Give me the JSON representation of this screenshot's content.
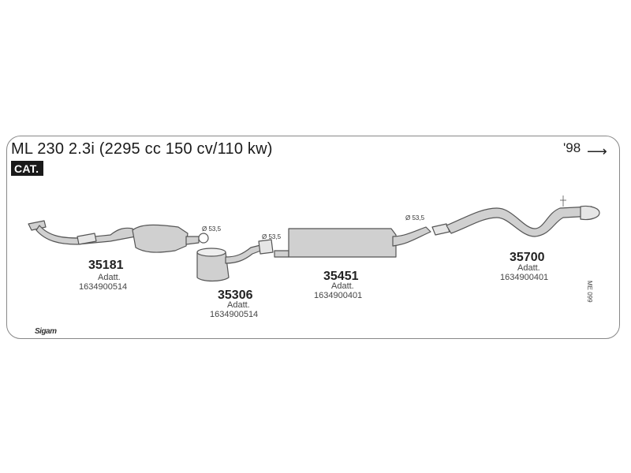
{
  "header": {
    "title": "ML 230 2.3i (2295 cc 150 cv/110 kw)",
    "year": "'98",
    "arrow_icon": "right-arrow-icon",
    "badge": "CAT."
  },
  "diameters": {
    "d1": "Ø 53,5",
    "d2": "Ø 53,5",
    "d3": "Ø 53,5"
  },
  "parts": [
    {
      "number": "35181",
      "adapter_label": "Adatt.",
      "adapter_code": "1634900514"
    },
    {
      "number": "35306",
      "adapter_label": "Adatt.",
      "adapter_code": "1634900514"
    },
    {
      "number": "35451",
      "adapter_label": "Adatt.",
      "adapter_code": "1634900401"
    },
    {
      "number": "35700",
      "adapter_label": "Adatt.",
      "adapter_code": "1634900401"
    }
  ],
  "diagram_code": "ME 099",
  "brand_logo": "Sigam",
  "colors": {
    "line": "#555555",
    "fill": "#cccccc",
    "badge_bg": "#1a1a1a"
  }
}
